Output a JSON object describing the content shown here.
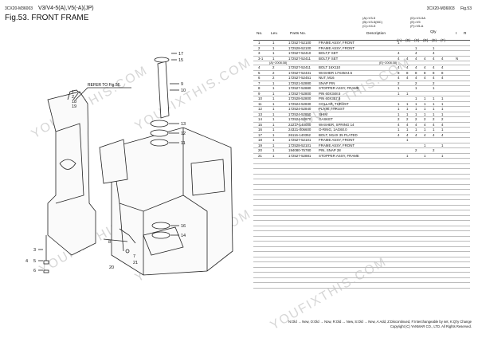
{
  "header": {
    "model_code": "3CX20-M36003",
    "variants": "V3/V4-5(A),V5(-A)(JP)",
    "figure_title": "Fig.53.  FRONT FRAME",
    "right_model": "3CX20-M36003",
    "right_fig": "Fig.53"
  },
  "codes": {
    "col1": [
      "(A)=V3-5",
      "(B)=V3-5(MC)",
      "(C)=V4-5"
    ],
    "col2": [
      "(D)=V4-5A",
      "(E)=V5",
      "(F)=V5-A"
    ]
  },
  "columns": {
    "no": "No.",
    "lev": "Lev.",
    "parts_no": "Parts No.",
    "description": "Description",
    "qty": "Qty",
    "i": "I",
    "r": "R",
    "qty_cols": [
      "(A)",
      "(B)",
      "(C)",
      "(D)",
      "(E)",
      "(F)"
    ]
  },
  "drawing": {
    "note": "REFER TO Fig.56.",
    "callouts": [
      "1",
      "2",
      "3",
      "4",
      "5",
      "6",
      "7",
      "8",
      "9",
      "10",
      "11",
      "12",
      "13",
      "14",
      "15",
      "16",
      "17",
      "18",
      "19",
      "20",
      "21"
    ],
    "watermark": "YOUFIXTHIS.COM"
  },
  "rows": [
    {
      "no": "1",
      "lev": "1",
      "parts": "172527-52100",
      "desc": "FRAME ASSY, FRONT",
      "q": [
        "1",
        "",
        "",
        "",
        "",
        ""
      ],
      "i": "",
      "r": ""
    },
    {
      "no": "2",
      "lev": "1",
      "parts": "172528-52100",
      "desc": "FRAME ASSY, FRONT",
      "q": [
        "",
        "",
        "1",
        "",
        "1",
        ""
      ],
      "i": "",
      "r": ""
    },
    {
      "no": "3",
      "lev": "1",
      "parts": "172527-52410",
      "desc": "BOLT,F SET",
      "q": [
        "4",
        "",
        "4",
        "",
        "4",
        ""
      ],
      "i": "",
      "r": ""
    },
    {
      "no": "3-1",
      "lev": "1",
      "parts": "172527-52411",
      "desc": "BOLT,F SET",
      "q": [
        "4",
        "4",
        "4",
        "4",
        "4",
        "4"
      ],
      "i": "N",
      "r": ""
    },
    {
      "sub": true,
      "left": "(A)~2008.08)",
      "right": "(E)~2008.08)"
    },
    {
      "no": "4",
      "lev": "2",
      "parts": "172527-52411",
      "desc": "BOLT 16X110",
      "q": [
        "4",
        "4",
        "4",
        "4",
        "4",
        "4"
      ],
      "i": "",
      "r": ""
    },
    {
      "no": "5",
      "lev": "2",
      "parts": "172527-52431",
      "desc": "WASHER 17X35X4.5",
      "q": [
        "8",
        "8",
        "8",
        "8",
        "8",
        "8"
      ],
      "i": "",
      "r": ""
    },
    {
      "no": "6",
      "lev": "2",
      "parts": "172527-52451",
      "desc": "NUT, M16",
      "q": [
        "4",
        "4",
        "4",
        "4",
        "4",
        "4"
      ],
      "i": "",
      "r": ""
    },
    {
      "no": "7",
      "lev": "1",
      "parts": "172521-52880",
      "desc": "SNAP PIN",
      "q": [
        "2",
        "",
        "2",
        "",
        "2",
        ""
      ],
      "i": "",
      "r": ""
    },
    {
      "no": "8",
      "lev": "1",
      "parts": "172527-52880",
      "desc": "STOPPER ASSY, FRAME",
      "q": [
        "1",
        "",
        "1",
        "",
        "1",
        ""
      ],
      "i": "",
      "r": ""
    },
    {
      "no": "9",
      "lev": "1",
      "parts": "172527-52800",
      "desc": "PIN 60X348.5",
      "q": [
        "1",
        "1",
        "",
        "",
        "",
        ""
      ],
      "i": "",
      "r": ""
    },
    {
      "no": "10",
      "lev": "1",
      "parts": "172528-52800",
      "desc": "PIN 60X357.5",
      "q": [
        "",
        "",
        "1",
        "1",
        "1",
        "1"
      ],
      "i": "",
      "r": ""
    },
    {
      "no": "11",
      "lev": "1",
      "parts": "172524-52830",
      "desc": "COLLAR, THRUST",
      "q": [
        "1",
        "1",
        "1",
        "1",
        "1",
        "1"
      ],
      "i": "",
      "r": ""
    },
    {
      "no": "12",
      "lev": "1",
      "parts": "172524-52840",
      "desc": "PLATE,THRUST",
      "q": [
        "1",
        "1",
        "1",
        "1",
        "1",
        "1"
      ],
      "i": "",
      "r": ""
    },
    {
      "no": "13",
      "lev": "1",
      "parts": "172524-52850",
      "desc": "SHIM",
      "q": [
        "1",
        "1",
        "1",
        "1",
        "1",
        "1"
      ],
      "i": "",
      "r": ""
    },
    {
      "no": "14",
      "lev": "1",
      "parts": "172524-52870",
      "desc": "GASKET",
      "q": [
        "2",
        "2",
        "2",
        "2",
        "2",
        "2"
      ],
      "i": "",
      "r": ""
    },
    {
      "no": "15",
      "lev": "1",
      "parts": "22217-140000",
      "desc": "WASHER, SPRING 14",
      "q": [
        "4",
        "4",
        "4",
        "4",
        "4",
        "4"
      ],
      "i": "",
      "r": ""
    },
    {
      "no": "16",
      "lev": "1",
      "parts": "24321-006600",
      "desc": "O-RING, 1AG60.0",
      "q": [
        "1",
        "1",
        "1",
        "1",
        "1",
        "1"
      ],
      "i": "",
      "r": ""
    },
    {
      "no": "17",
      "lev": "1",
      "parts": "26116-140352",
      "desc": "BOLT, M14X 35 PLATED",
      "q": [
        "4",
        "4",
        "4",
        "4",
        "4",
        "4"
      ],
      "i": "",
      "r": ""
    },
    {
      "no": "18",
      "lev": "1",
      "parts": "172527-52101",
      "desc": "FRAME ASSY, FRONT",
      "q": [
        "",
        "1",
        "",
        "",
        "",
        ""
      ],
      "i": "",
      "r": ""
    },
    {
      "no": "19",
      "lev": "1",
      "parts": "172528-52101",
      "desc": "FRAME ASSY, FRONT",
      "q": [
        "",
        "",
        "",
        "1",
        "",
        "1"
      ],
      "i": "",
      "r": ""
    },
    {
      "no": "20",
      "lev": "1",
      "parts": "194080-75780",
      "desc": "PIN, SNAP 28",
      "q": [
        "",
        "",
        "2",
        "",
        "2",
        ""
      ],
      "i": "",
      "r": ""
    },
    {
      "no": "21",
      "lev": "1",
      "parts": "172527-52881",
      "desc": "STOPPER ASSY, FRAME",
      "q": [
        "",
        "1",
        "",
        "1",
        "",
        "1"
      ],
      "i": "",
      "r": ""
    },
    {
      "empty": true
    },
    {
      "empty": true
    },
    {
      "empty": true
    },
    {
      "empty": true
    },
    {
      "empty": true
    },
    {
      "empty": true
    },
    {
      "empty": true
    },
    {
      "empty": true
    },
    {
      "empty": true
    },
    {
      "empty": true
    },
    {
      "empty": true
    },
    {
      "empty": true
    },
    {
      "empty": true
    },
    {
      "empty": true
    },
    {
      "empty": true
    },
    {
      "empty": true
    },
    {
      "empty": true
    },
    {
      "empty": true
    },
    {
      "empty": true
    },
    {
      "empty": true
    },
    {
      "empty": true
    },
    {
      "empty": true
    },
    {
      "empty": true
    },
    {
      "empty": true
    },
    {
      "empty": true
    }
  ],
  "footer": {
    "legend": "N:Old → New, O:Old → Now, R:Old ↔ New, S:Old → New, A:Add, Z:Discontinued, F:Interchangeable by set, K:Q'ty Change",
    "copyright": "Copyright (C)  YANMAR CO., LTD. All Rights Reserved."
  }
}
